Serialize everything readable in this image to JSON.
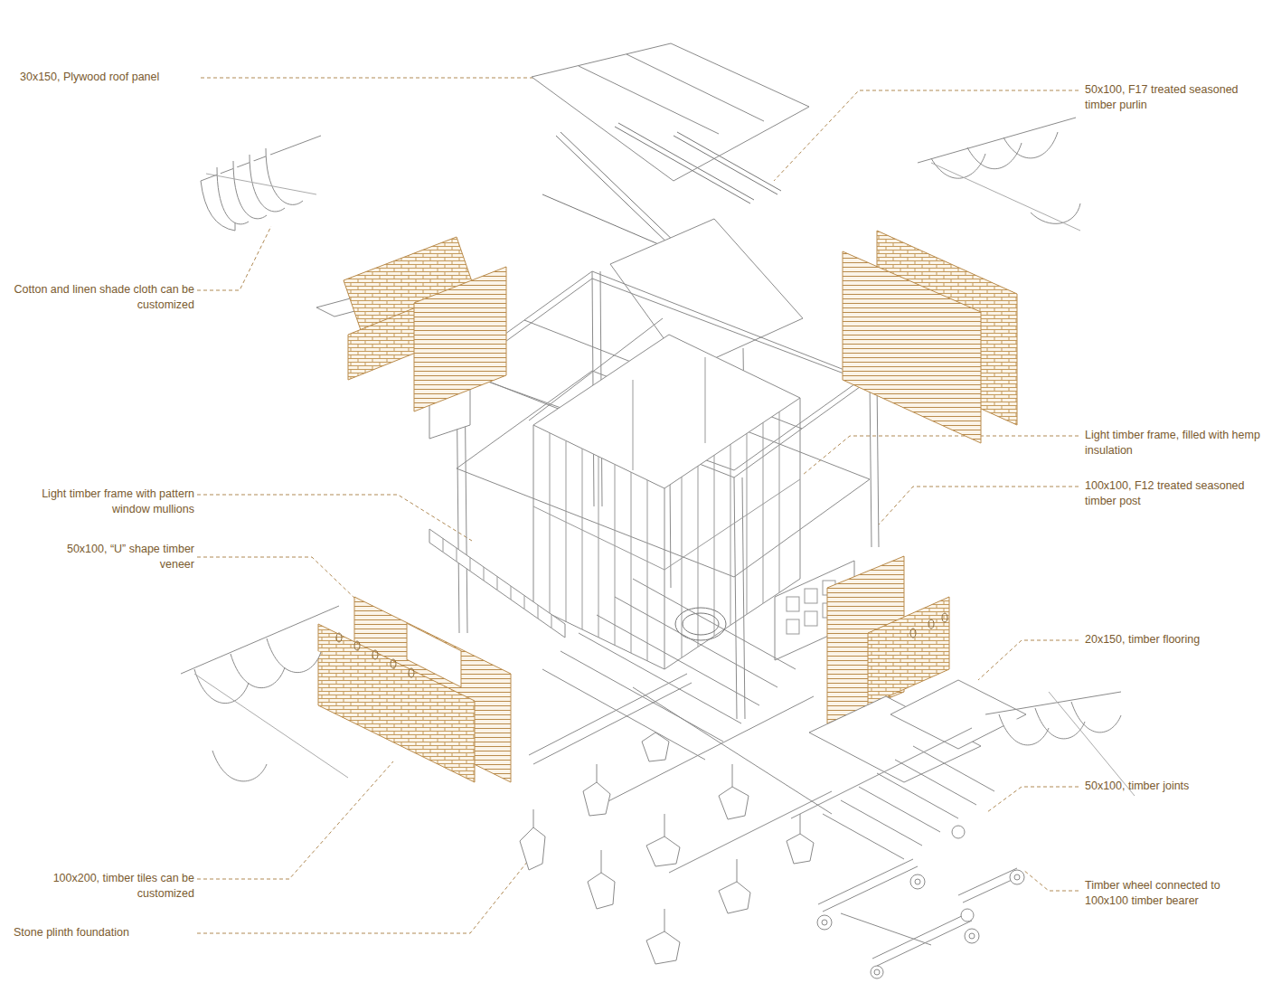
{
  "diagram": {
    "labels": [
      "30x150, Plywood roof panel",
      "50x100, F17 treated seasoned timber purlin",
      "Cotton and linen shade cloth can be customized",
      "Light timber frame, filled with hemp insulation",
      "100x100, F12 treated seasoned timber post",
      "Light timber frame with pattern window mullions",
      "50x100, “U” shape timber veneer",
      "20x150, timber flooring",
      "50x100, timber joints",
      "100x200, timber tiles can be customized",
      "Timber wheel connected to 100x100 timber bearer",
      "Stone plinth foundation"
    ]
  }
}
